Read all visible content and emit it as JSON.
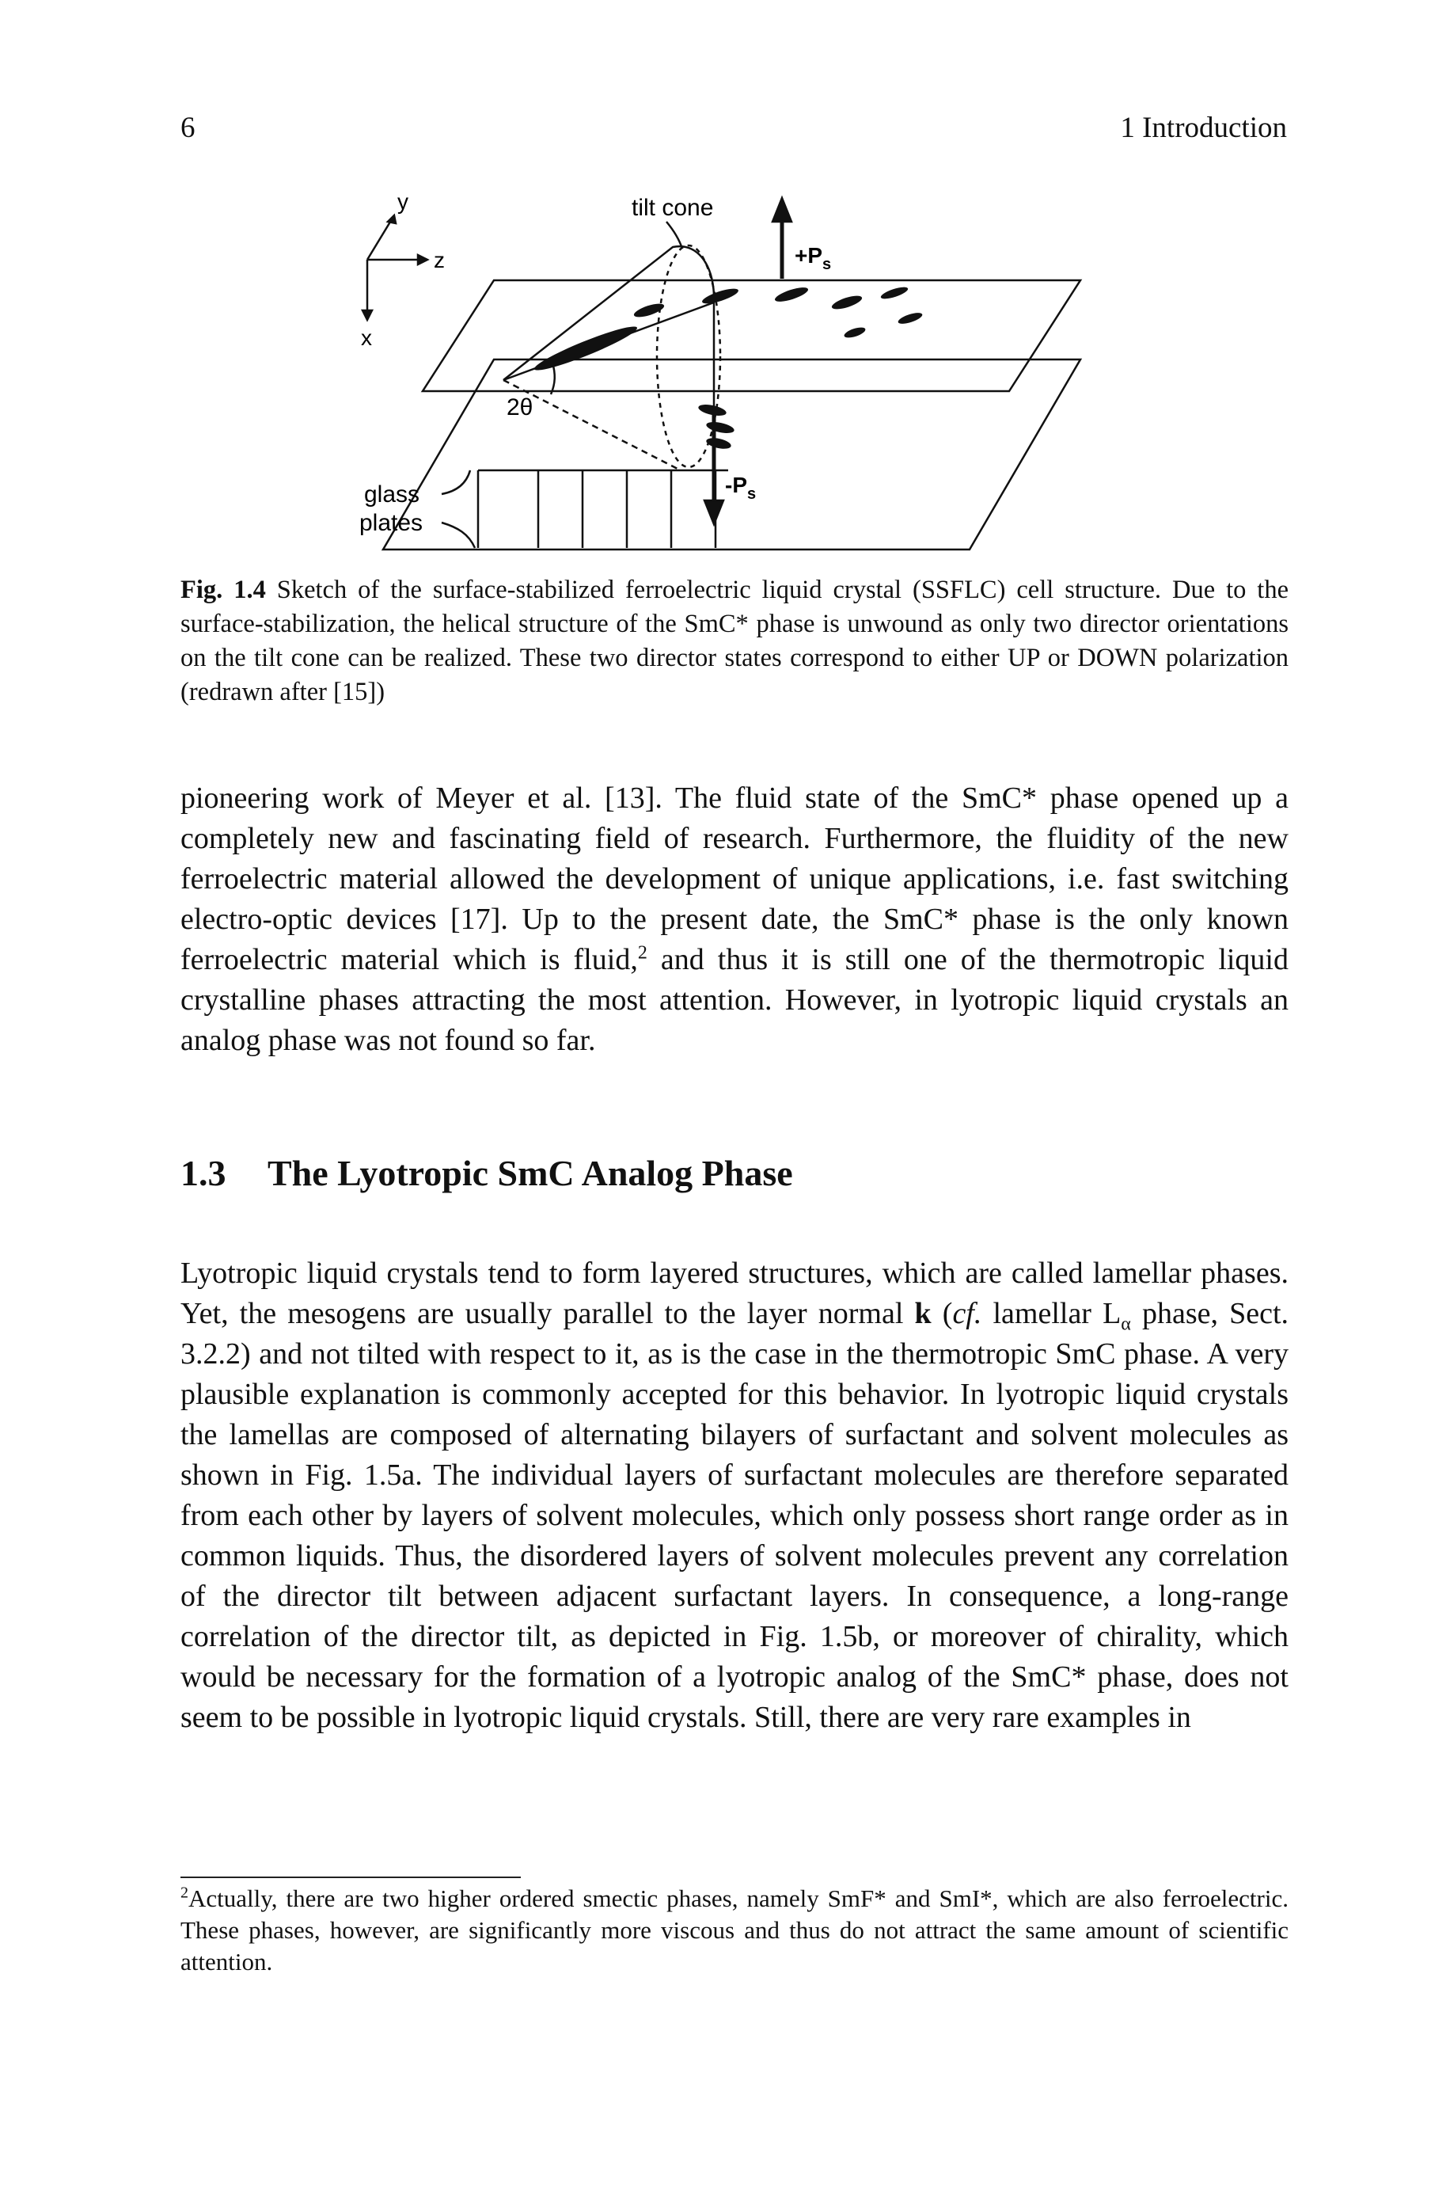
{
  "header": {
    "page_number": "6",
    "running_head": "1 Introduction"
  },
  "figure": {
    "labels": {
      "axis_y": "y",
      "axis_z": "z",
      "axis_x": "x",
      "tilt_cone": "tilt cone",
      "plus_ps": "+P",
      "plus_ps_sub": "s",
      "minus_ps": "-P",
      "minus_ps_sub": "s",
      "angle": "2θ",
      "glass": "glass",
      "plates": "plates"
    },
    "caption": {
      "label": "Fig. 1.4",
      "text": "Sketch of the surface-stabilized ferroelectric liquid crystal (SSFLC) cell structure. Due to the surface-stabilization, the helical structure of the SmC* phase is unwound as only two director orientations on the tilt cone can be realized. These two director states correspond to either UP or DOWN polarization (redrawn after [15])"
    }
  },
  "paragraph1": {
    "text_a": "pioneering work of Meyer et al. [13]. The fluid state of the SmC* phase opened up a completely new and fascinating field of research. Furthermore, the fluidity of the new ferroelectric material allowed the development of unique applications, i.e. fast switching electro-optic devices [17]. Up to the present date, the SmC* phase is the only known ferroelectric material which is fluid,",
    "footnote_ref": "2",
    "text_b": " and thus it is still one of the thermotropic liquid crystalline phases attracting the most attention. However, in lyotropic liquid crystals an analog phase was not found so far."
  },
  "section": {
    "number": "1.3",
    "title": "The Lyotropic SmC Analog Phase"
  },
  "paragraph2": {
    "text_a": "Lyotropic liquid crystals tend to form layered structures, which are called lamellar phases. Yet, the mesogens are usually parallel to the layer normal ",
    "bold_k": "k",
    "text_b": " (",
    "italic_cf": "cf.",
    "text_c": " lamellar L",
    "sub_alpha": "α",
    "text_d": " phase, Sect. 3.2.2) and not tilted with respect to it, as is the case in the thermotropic SmC phase. A very plausible explanation is commonly accepted for this behavior. In lyotropic liquid crystals the lamellas are composed of alternating bilayers of surfactant and solvent molecules as shown in Fig. 1.5a. The individual layers of surfactant molecules are therefore separated from each other by layers of solvent molecules, which only possess short range order as in common liquids. Thus, the disordered layers of solvent molecules prevent any correlation of the director tilt between adjacent surfactant layers. In consequence, a long-range correlation of the director tilt, as depicted in Fig. 1.5b, or moreover of chirality, which would be necessary for the formation of a lyotropic analog of the SmC* phase, does not seem to be possible in lyotropic liquid crystals. Still, there are very rare examples in"
  },
  "footnote": {
    "marker": "2",
    "text": "Actually, there are two higher ordered smectic phases, namely SmF* and SmI*, which are also ferroelectric. These phases, however, are significantly more viscous and thus do not attract the same amount of scientific attention."
  }
}
